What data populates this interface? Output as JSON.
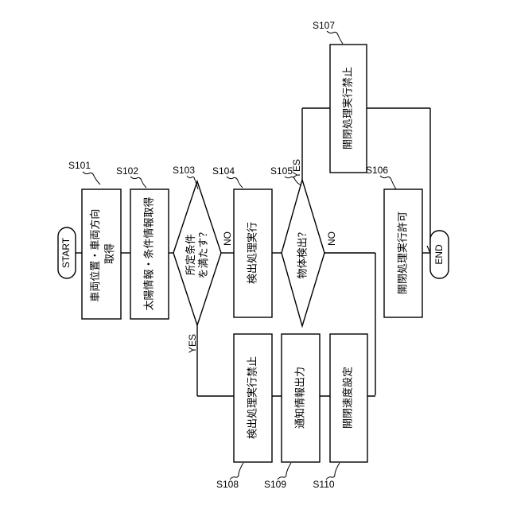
{
  "terminals": {
    "start": "START",
    "end": "END"
  },
  "steps": {
    "s101": {
      "id": "S101",
      "lines": [
        "車両位置・車両方向",
        "取得"
      ]
    },
    "s102": {
      "id": "S102",
      "lines": [
        "太陽情報・条件情報取得"
      ]
    },
    "s103": {
      "id": "S103",
      "lines": [
        "所定条件",
        "を満たす？"
      ]
    },
    "s104": {
      "id": "S104",
      "lines": [
        "検出処理実行"
      ]
    },
    "s105": {
      "id": "S105",
      "lines": [
        "物体検出？"
      ]
    },
    "s106": {
      "id": "S106",
      "lines": [
        "開閉処理実行許可"
      ]
    },
    "s107": {
      "id": "S107",
      "lines": [
        "開閉処理実行禁止"
      ]
    },
    "s108": {
      "id": "S108",
      "lines": [
        "検出処理実行禁止"
      ]
    },
    "s109": {
      "id": "S109",
      "lines": [
        "通知情報出力"
      ]
    },
    "s110": {
      "id": "S110",
      "lines": [
        "開閉速度設定"
      ]
    }
  },
  "branches": {
    "s103_no": "NO",
    "s103_yes": "YES",
    "s105_no": "NO",
    "s105_yes": "YES"
  }
}
